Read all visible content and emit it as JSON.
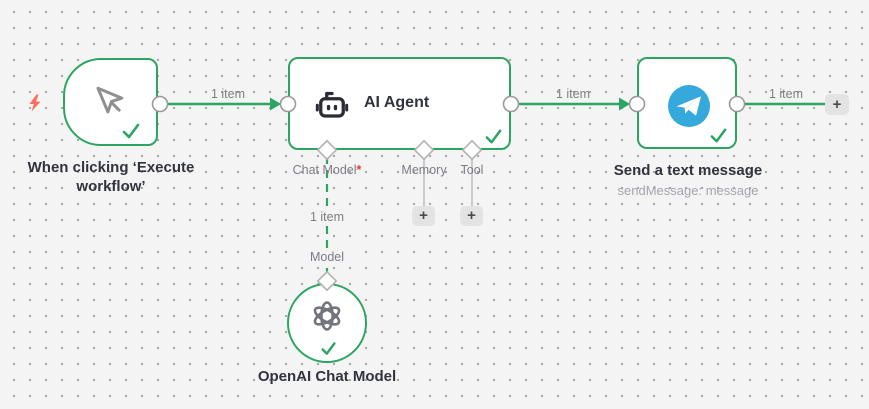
{
  "colors": {
    "canvas_bg": "#f4f4f4",
    "dot_gray": "#a6a6a6",
    "accent_green": "#2da562",
    "trigger_coral": "#ff6d5a",
    "telegram_blue": "#35a9dc",
    "title_dark": "#31333e",
    "label_gray": "#7c7c86",
    "required_red": "#e0413d"
  },
  "icons": {
    "trigger": "mouse-pointer-icon",
    "trigger_badge": "lightning-bolt-icon",
    "agent": "robot-icon",
    "telegram": "paper-plane-icon",
    "openai": "openai-logo-icon",
    "success": "check-icon",
    "add": "plus-icon"
  },
  "glyphs": {
    "plus": "+"
  },
  "trigger_node": {
    "title_line1": "When clicking ‘Execute",
    "title_line2": "workflow’"
  },
  "agent_node": {
    "title": "AI Agent",
    "required_marker": "*",
    "inputs": [
      {
        "label": "Chat Model",
        "required": true
      },
      {
        "label": "Memory",
        "required": false
      },
      {
        "label": "Tool",
        "required": false
      }
    ]
  },
  "telegram_node": {
    "title": "Send a text message",
    "subtitle": "sendMessage: message"
  },
  "openai_node": {
    "title": "OpenAI Chat Model",
    "connector_label": "Model"
  },
  "edges": {
    "trigger_to_agent": "1 item",
    "agent_to_telegram": "1 item",
    "telegram_out": "1 item",
    "agent_to_model": "1 item"
  }
}
